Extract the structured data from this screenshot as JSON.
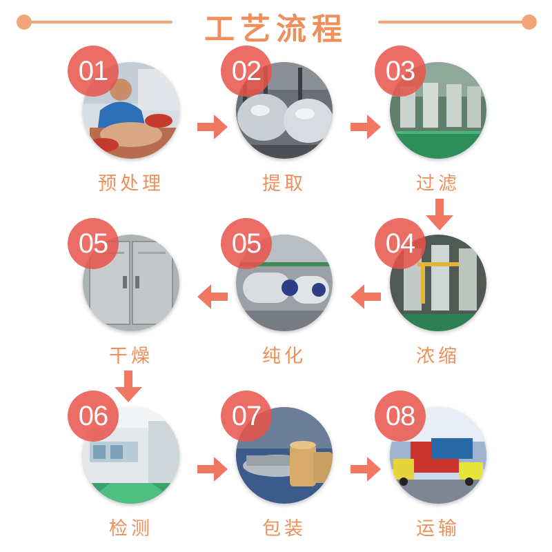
{
  "header": {
    "title": "工艺流程",
    "accent_color": "#f3a57a",
    "title_color": "#ef8f5c"
  },
  "steps": [
    {
      "number": "01",
      "label": "预处理",
      "icon": "worker-processing-photo"
    },
    {
      "number": "02",
      "label": "提取",
      "icon": "extraction-tanks-photo"
    },
    {
      "number": "03",
      "label": "过滤",
      "icon": "filtration-equipment-photo"
    },
    {
      "number": "04",
      "label": "浓缩",
      "icon": "evaporator-photo"
    },
    {
      "number": "05",
      "label": "纯化",
      "icon": "horizontal-tanks-photo"
    },
    {
      "number": "05",
      "label": "干燥",
      "icon": "drying-oven-photo"
    },
    {
      "number": "06",
      "label": "检测",
      "icon": "clean-room-photo"
    },
    {
      "number": "07",
      "label": "包装",
      "icon": "packaging-drums-photo"
    },
    {
      "number": "08",
      "label": "运输",
      "icon": "container-truck-photo"
    }
  ],
  "colors": {
    "badge": "#e7534a",
    "arrow": "#f07862",
    "label": "#ef8f5c"
  }
}
